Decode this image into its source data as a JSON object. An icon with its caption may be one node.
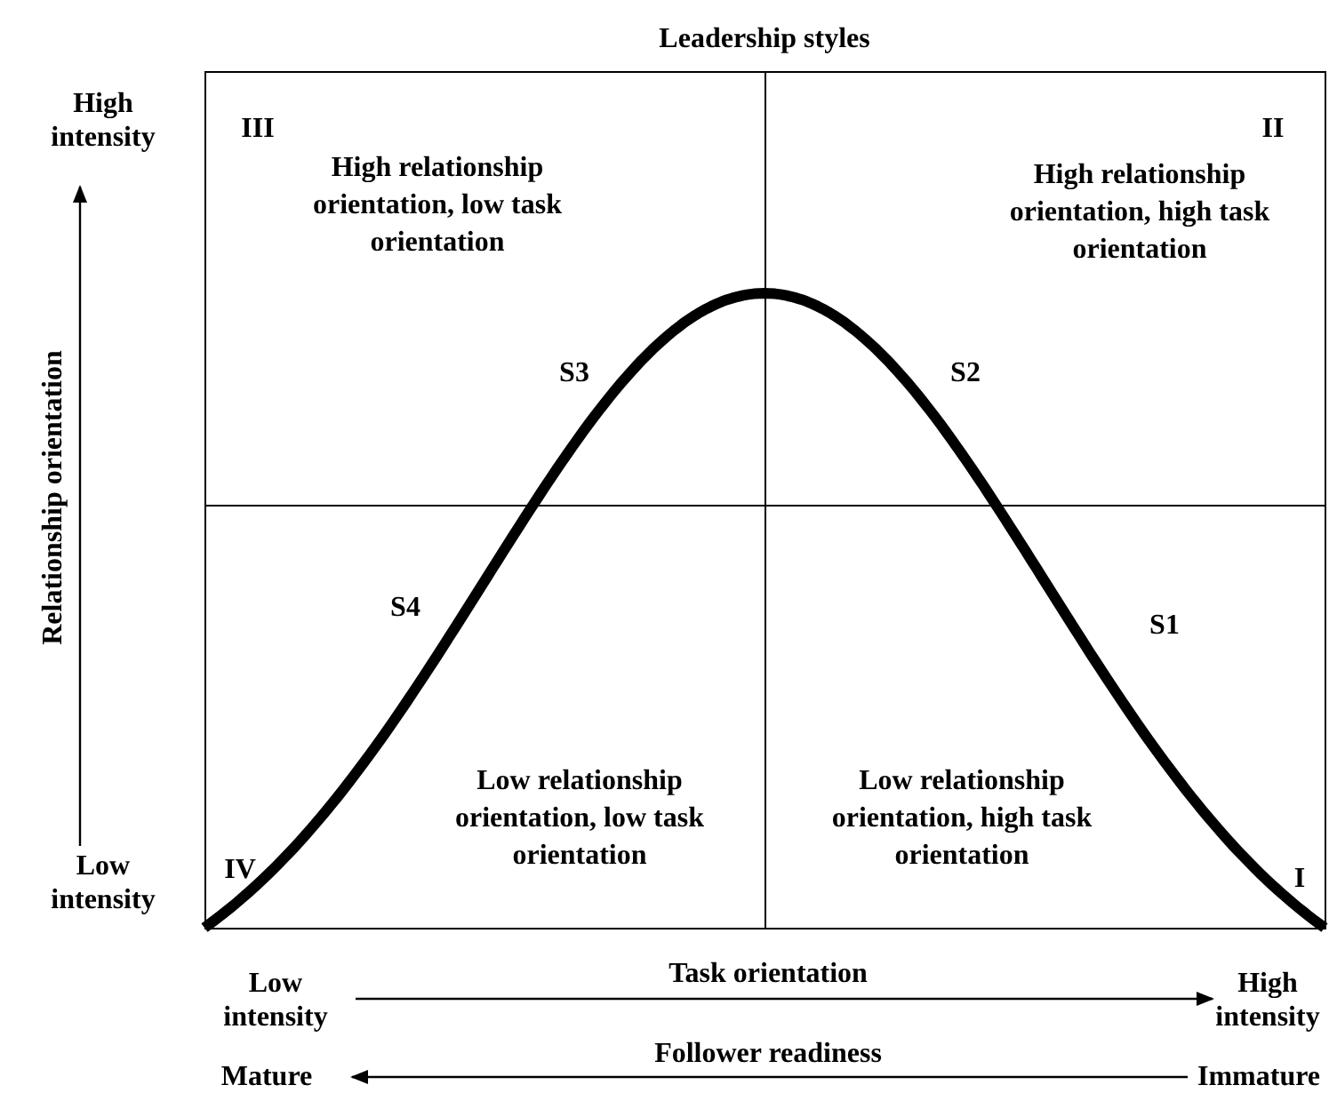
{
  "diagram": {
    "title": "Leadership styles",
    "nodes": [
      {
        "text": [
          "III",
          "High relationship orientation, low task orientation"
        ]
      },
      {
        "text": [
          "II",
          "High relationship orientation, high task orientation"
        ]
      },
      {
        "text": [
          "Low relationship orientation, low task orientation",
          "IV"
        ]
      },
      {
        "text": [
          "Low relationship orientation, high task orientation",
          "I"
        ]
      }
    ],
    "edges": [],
    "labels": [
      "High intensity",
      "Relationship orientation",
      "Low intensity",
      "S3",
      "S2",
      "S4",
      "S1",
      "Low intensity",
      "Task orientation",
      "High intensity",
      "Follower readiness",
      "Mature",
      "Immature"
    ]
  }
}
